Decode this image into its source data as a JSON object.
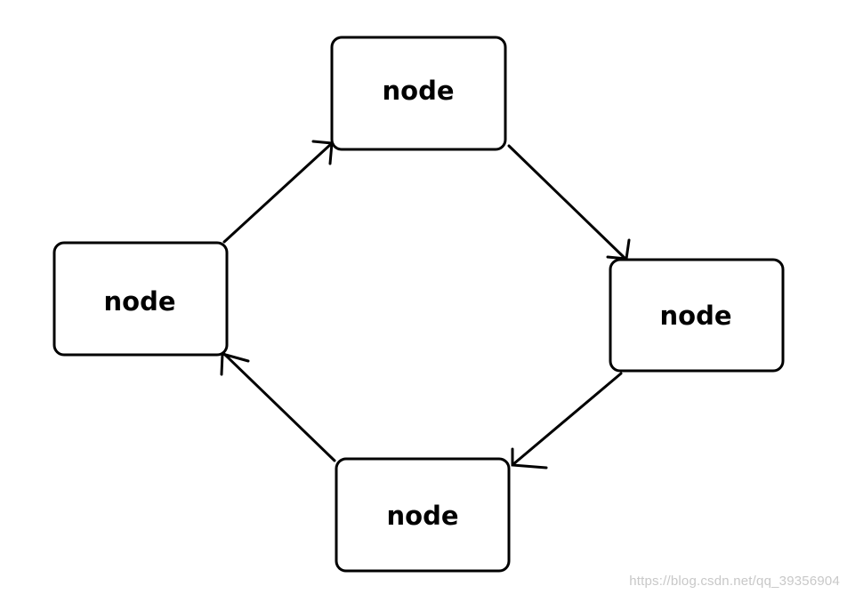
{
  "nodes": [
    {
      "id": "top",
      "label": "node"
    },
    {
      "id": "right",
      "label": "node"
    },
    {
      "id": "bottom",
      "label": "node"
    },
    {
      "id": "left",
      "label": "node"
    }
  ],
  "edges": [
    {
      "from": "left",
      "to": "top"
    },
    {
      "from": "top",
      "to": "right"
    },
    {
      "from": "right",
      "to": "bottom"
    },
    {
      "from": "bottom",
      "to": "left"
    }
  ],
  "watermark": "https://blog.csdn.net/qq_39356904",
  "colors": {
    "stroke": "#000000",
    "background": "#ffffff",
    "watermark": "#c8c8c8"
  }
}
